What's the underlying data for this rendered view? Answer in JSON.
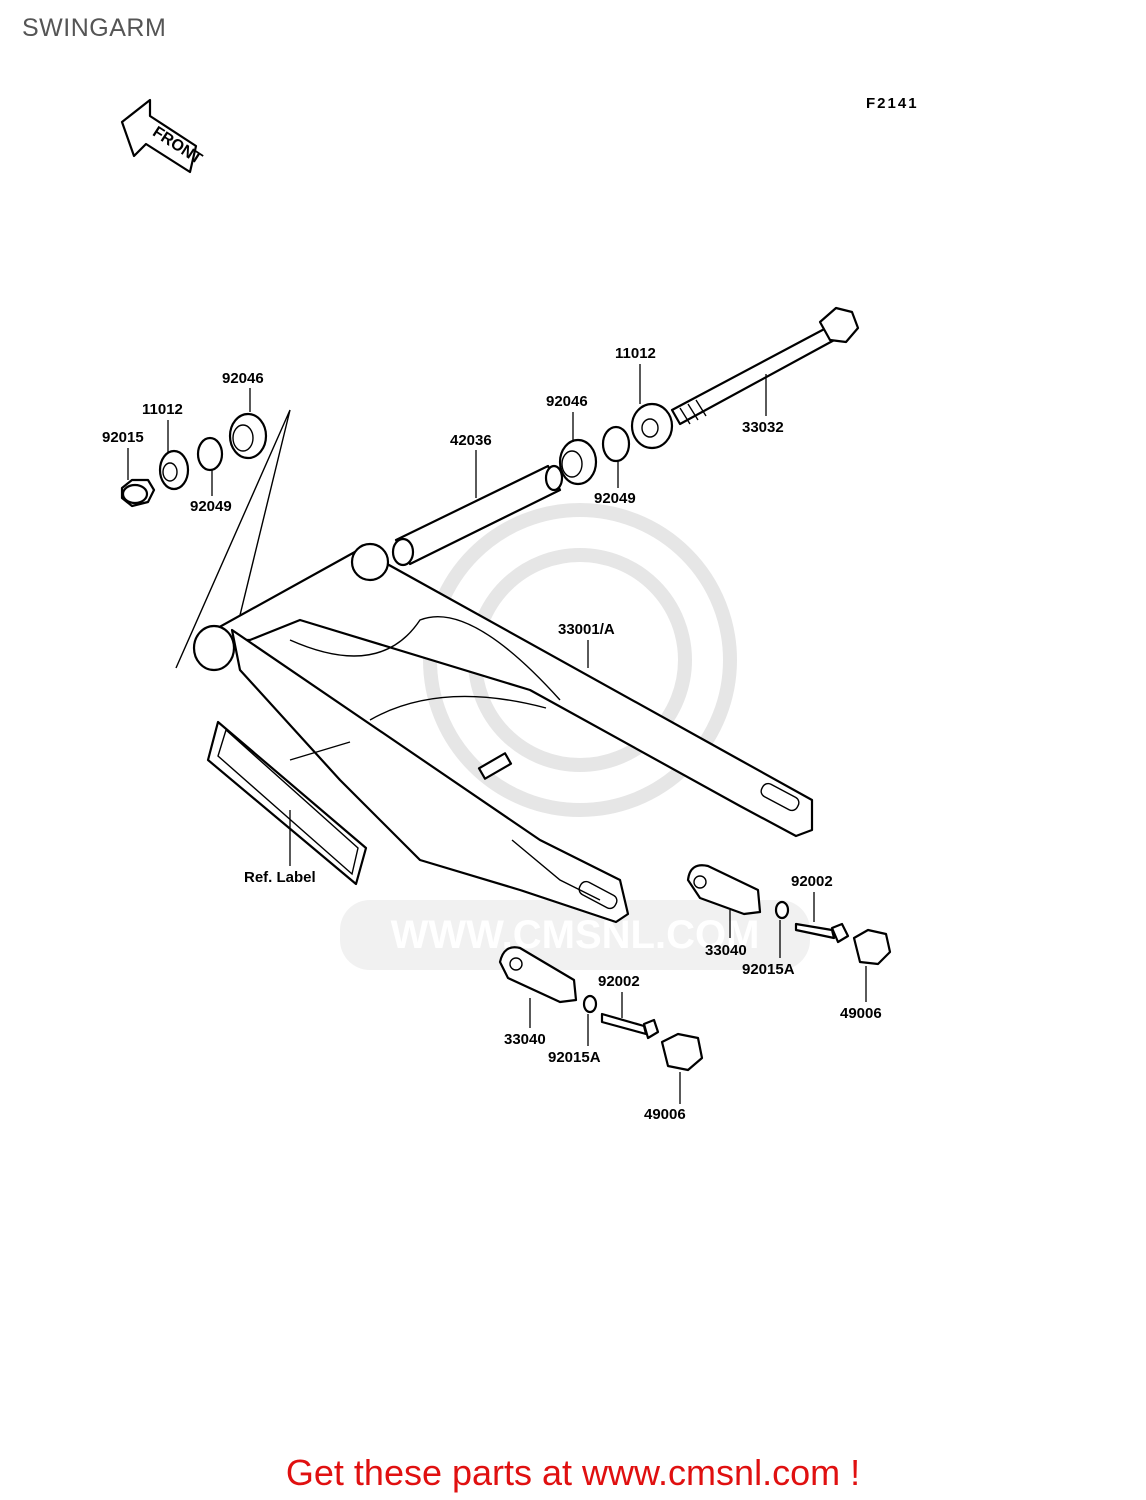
{
  "page": {
    "title": "SWINGARM",
    "figure_code": "F2141",
    "front_label": "FRONT",
    "watermark_text": "WWW.CMSNL.COM",
    "footer_text": "Get these parts at www.cmsnl.com !",
    "footer_color": "#e01010"
  },
  "callouts": {
    "c92046_left": "92046",
    "c11012_left": "11012",
    "c92015_left": "92015",
    "c92049_left": "92049",
    "c42036": "42036",
    "c92046_right": "92046",
    "c11012_right": "11012",
    "c92049_right": "92049",
    "c33032": "33032",
    "c33001A": "33001/A",
    "ref_label": "Ref. Label",
    "c92002_right": "92002",
    "c33040_right": "33040",
    "c92015A_right": "92015A",
    "c49006_right": "49006",
    "c92002_lower": "92002",
    "c33040_lower": "33040",
    "c92015A_lower": "92015A",
    "c49006_lower": "49006"
  }
}
